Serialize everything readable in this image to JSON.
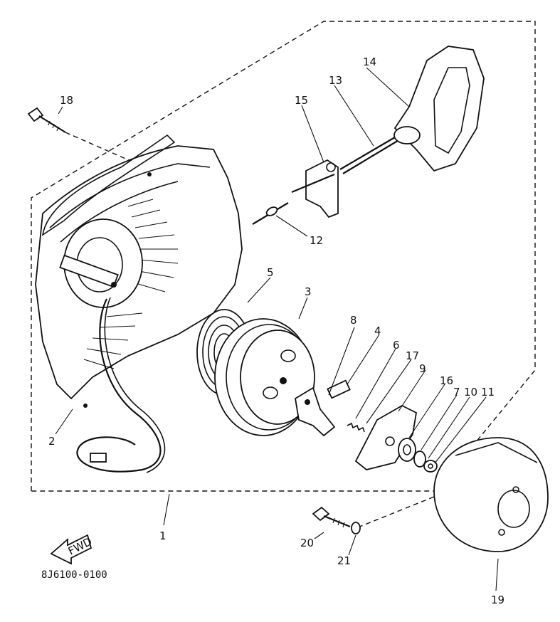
{
  "diagram": {
    "part_numbers": [
      "1",
      "2",
      "3",
      "4",
      "5",
      "6",
      "7",
      "8",
      "9",
      "10",
      "11",
      "12",
      "13",
      "14",
      "15",
      "16",
      "17",
      "18",
      "19",
      "20",
      "21"
    ],
    "forward_badge": "FWD",
    "drawing_code": "8J6100-0100"
  }
}
